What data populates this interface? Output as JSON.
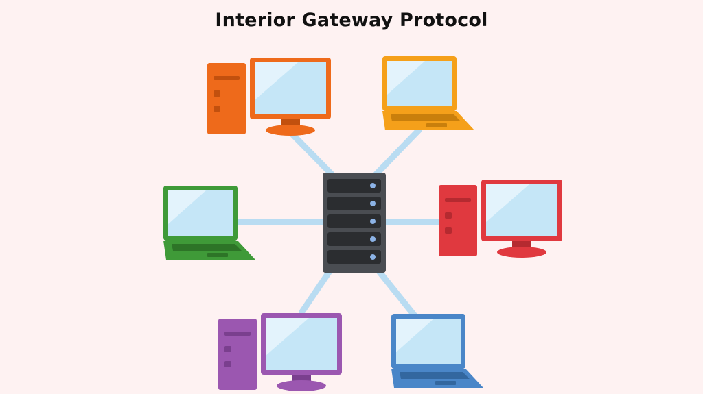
{
  "title": "Interior Gateway Protocol",
  "colors": {
    "background": "#fef2f2",
    "link": "#b9dcf2",
    "screen": "#c5e6f7",
    "screen_glare": "#e3f3fc",
    "server_body": "#4a4d52",
    "server_slot": "#2b2d30",
    "server_led": "#8cb3e6"
  },
  "diagram": {
    "hub": {
      "kind": "server",
      "slots": 5
    },
    "nodes": [
      {
        "id": "top-left",
        "kind": "desktop",
        "color": "#ee6a1b",
        "dark": "#c2500e"
      },
      {
        "id": "top-right",
        "kind": "laptop",
        "color": "#f5a01a",
        "dark": "#c97f0c"
      },
      {
        "id": "middle-left",
        "kind": "laptop",
        "color": "#3f9a38",
        "dark": "#2d7427"
      },
      {
        "id": "middle-right",
        "kind": "desktop",
        "color": "#e0393f",
        "dark": "#b52a30"
      },
      {
        "id": "bottom-left",
        "kind": "desktop",
        "color": "#9b57b0",
        "dark": "#7a3f8e"
      },
      {
        "id": "bottom-right",
        "kind": "laptop",
        "color": "#4a86c8",
        "dark": "#33679f"
      }
    ]
  }
}
